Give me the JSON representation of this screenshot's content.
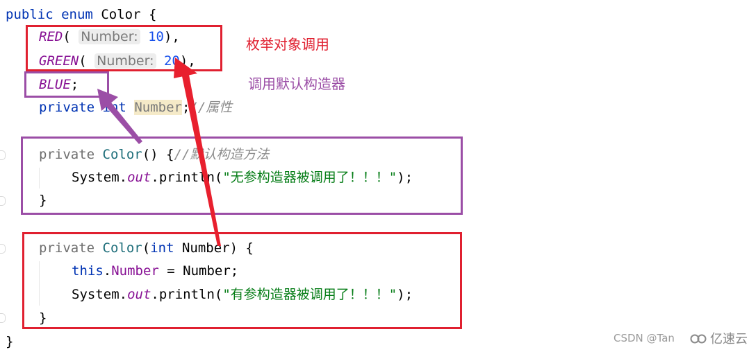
{
  "code": {
    "line1": {
      "kw1": "public",
      "kw2": "enum",
      "name": "Color",
      "brace": "{"
    },
    "red": {
      "name": "RED",
      "open": "(",
      "hint": "Number:",
      "value": "10",
      "close": "),"
    },
    "green": {
      "name": "GREEN",
      "open": "(",
      "hint": "Number:",
      "value": "20",
      "close": "),"
    },
    "blue": {
      "name": "BLUE",
      "semi": ";"
    },
    "field": {
      "mod": "private",
      "type": "int",
      "name": "Number",
      "semi": ";",
      "comment": "//属性"
    },
    "ctor1": {
      "mod": "private",
      "name": "Color",
      "sig": "() {",
      "comment": "//默认构造方法",
      "body_prefix": "System.",
      "body_out": "out",
      "body_mid": ".println(",
      "body_str": "\"无参构造器被调用了！！！\"",
      "body_end": ");",
      "close": "}"
    },
    "ctor2": {
      "mod": "private",
      "name": "Color",
      "sig_open": "(",
      "param_type": "int",
      "param_name": " Number) {",
      "assign_this": "this",
      "assign_dot": ".",
      "assign_field": "Number",
      "assign_rest": " = Number;",
      "body_prefix": "System.",
      "body_out": "out",
      "body_mid": ".println(",
      "body_str": "\"有参构造器被调用了！！！\"",
      "body_end": ");",
      "close": "}"
    },
    "end_brace": "}"
  },
  "annotations": {
    "enum_call": "枚举对象调用",
    "default_ctor_call": "调用默认构造器"
  },
  "colors": {
    "red_box": "#e02030",
    "purple_box": "#9b4ea6"
  },
  "watermark": {
    "csdn": "CSDN @Tan",
    "brand": "亿速云"
  }
}
